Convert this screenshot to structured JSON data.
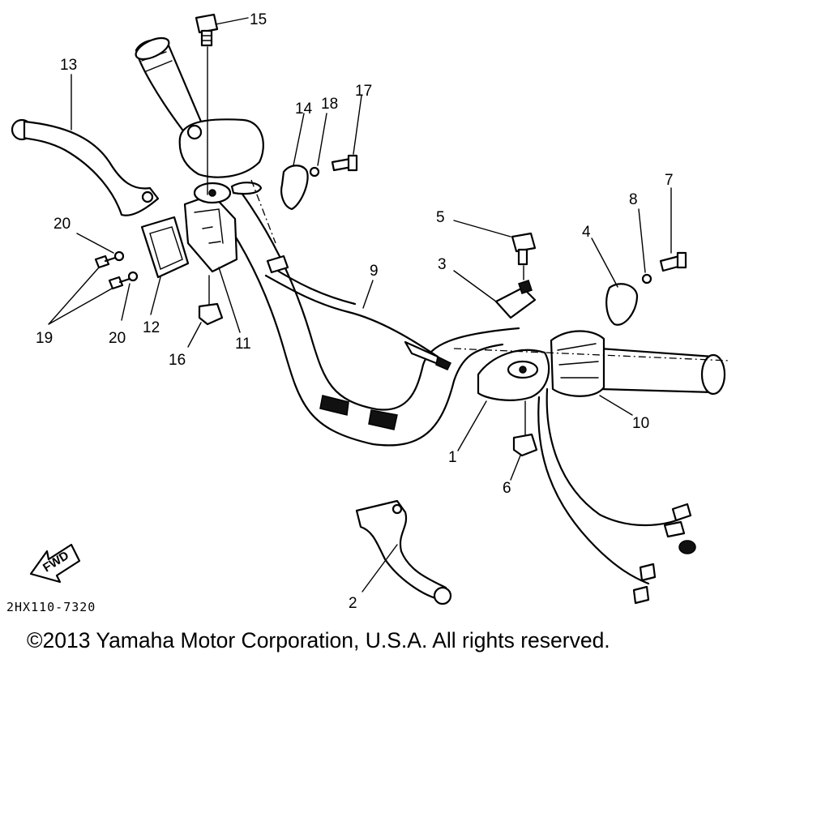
{
  "diagram": {
    "callouts": [
      "1",
      "2",
      "3",
      "4",
      "5",
      "6",
      "7",
      "8",
      "9",
      "10",
      "11",
      "12",
      "13",
      "14",
      "15",
      "16",
      "17",
      "18",
      "19",
      "20",
      "20"
    ],
    "forward_label": "FWD",
    "drawing_code": "2HX110-7320"
  },
  "footer": {
    "copyright": "©2013 Yamaha Motor Corporation, U.S.A. All rights reserved."
  }
}
